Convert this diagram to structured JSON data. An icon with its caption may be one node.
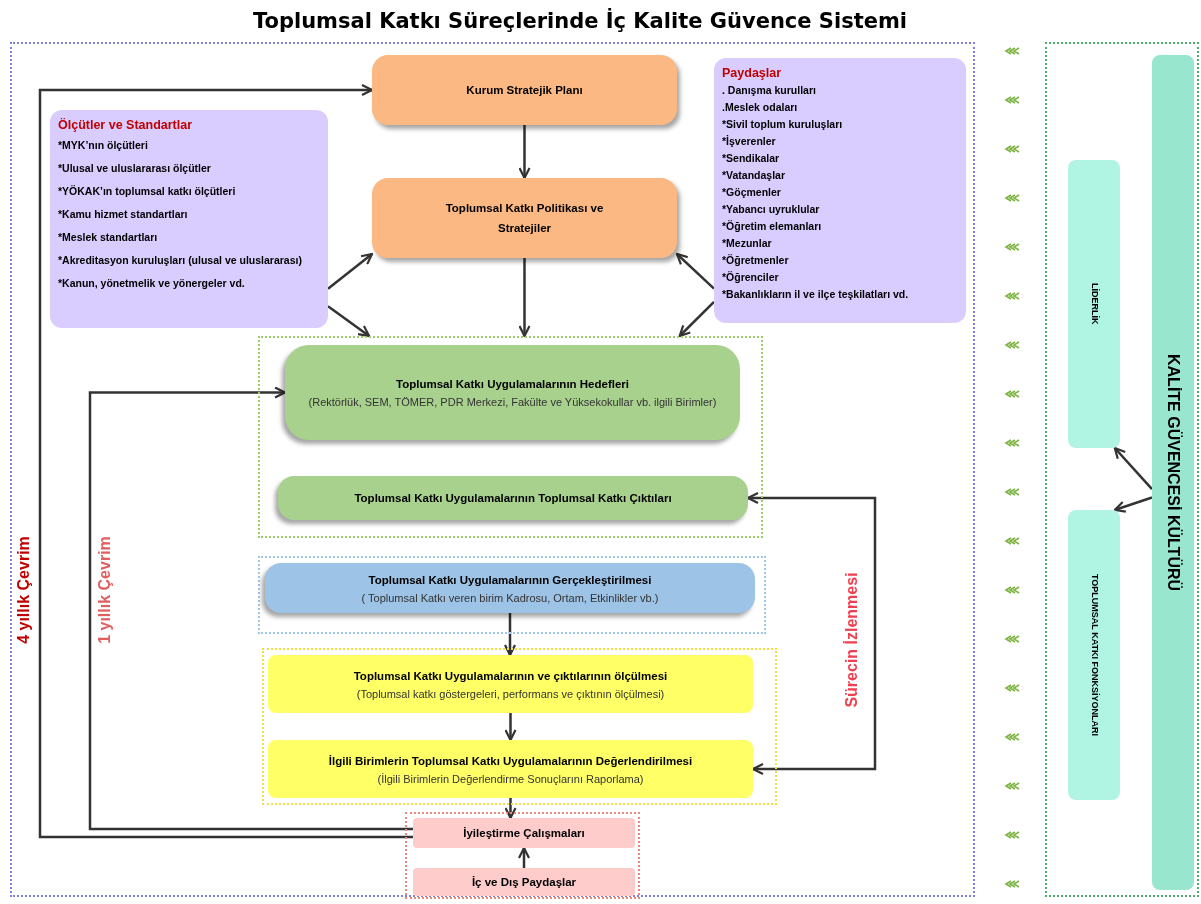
{
  "diagram": {
    "title": "Toplumsal Katkı Süreçlerinde İç Kalite Güvence Sistemi",
    "nodes": [
      {
        "text": [],
        "shape": "box"
      },
      {
        "text": [
          "Kurum Stratejik Planı"
        ],
        "in": 0
      },
      {
        "text": [
          "Ölçütler ve Standartlar",
          "*MYK’nın ölçütleri",
          "*Ulusal ve uluslararası ölçütler",
          "*YÖKAK’ın toplumsal katkı ölçütleri",
          "*Kamu hizmet standartları",
          "*Meslek standartları",
          "*Akreditasyon kuruluşları (ulusal ve uluslararası)",
          "*Kanun, yönetmelik ve yönergeler vd."
        ],
        "in": 0
      },
      {
        "text": [
          "Toplumsal Katkı Politikası ve Stratejiler"
        ],
        "in": 0
      },
      {
        "text": [
          "Paydaşlar",
          ". Danışma kurulları",
          ".Meslek odaları",
          "*Sivil toplum kuruluşları",
          "*İşverenler",
          "*Sendikalar",
          "*Vatandaşlar",
          "*Göçmenler",
          "*Yabancı uyruklular",
          "*Öğretim elemanları",
          "*Mezunlar",
          "*Öğretmenler",
          "*Öğrenciler",
          "*Bakanlıkların il ve ilçe teşkilatları vd."
        ],
        "in": 0
      },
      {
        "text": [],
        "shape": "box",
        "in": 0
      },
      {
        "text": [
          "Toplumsal Katkı Uygulamalarının Hedefleri",
          "(Rektörlük, SEM, TÖMER, PDR Merkezi, Fakülte ve Yüksekokullar vb. ilgili Birimler)"
        ],
        "in": 5
      },
      {
        "text": [
          "Toplumsal Katkı Uygulamalarının Toplumsal Katkı Çıktıları"
        ],
        "in": 5
      },
      {
        "text": [],
        "shape": "box",
        "in": 0
      },
      {
        "text": [
          "Toplumsal Katkı Uygulamalarının Gerçekleştirilmesi",
          "( Toplumsal Katkı veren birim Kadrosu, Ortam, Etkinlikler vb.)"
        ],
        "in": 8
      },
      {
        "text": [],
        "shape": "box",
        "in": 0
      },
      {
        "text": [
          "Toplumsal Katkı Uygulamalarının ve çıktılarının ölçülmesi",
          "(Toplumsal katkı göstergeleri, performans ve çıktının ölçülmesi)"
        ],
        "in": 10
      },
      {
        "text": [
          "İlgili Birimlerin Toplumsal Katkı Uygulamalarının Değerlendirilmesi",
          "(İlgili Birimlerin Değerlendirme Sonuçlarını Raporlama)"
        ],
        "in": 10
      },
      {
        "text": [],
        "shape": "box",
        "in": 0
      },
      {
        "text": [
          "İyileştirme Çalışmaları"
        ],
        "in": 13
      },
      {
        "text": [
          "İç ve Dış Paydaşlar"
        ],
        "in": 13
      },
      {
        "text": [],
        "shape": "box"
      },
      {
        "text": [
          "KALİTE GÜVENCESİ KÜLTÜRÜ"
        ],
        "in": 16
      },
      {
        "text": [
          "LİDERLİK"
        ],
        "in": 16
      },
      {
        "text": [
          "TOPLUMSAL KATKI FONKSİYONLARI"
        ],
        "in": 16
      }
    ],
    "edges": [
      {
        "from": 14,
        "to": 1,
        "arrow": "to",
        "label": "4 yıllık Çevrim"
      },
      {
        "from": 14,
        "to": 6,
        "arrow": "to",
        "label": "1 yıllık Çevrim"
      },
      {
        "from": 7,
        "to": 12,
        "arrow": "both",
        "label": "Sürecin İzlenmesi"
      },
      {
        "from": 1,
        "to": 3,
        "arrow": "to"
      },
      {
        "from": 3,
        "to": 5,
        "arrow": "to"
      },
      {
        "from": 2,
        "to": 3,
        "arrow": "to"
      },
      {
        "from": 2,
        "to": 5,
        "arrow": "to"
      },
      {
        "from": 4,
        "to": 3,
        "arrow": "to"
      },
      {
        "from": 4,
        "to": 5,
        "arrow": "to"
      },
      {
        "from": 9,
        "to": 11,
        "arrow": "to"
      },
      {
        "from": 11,
        "to": 12,
        "arrow": "to"
      },
      {
        "from": 12,
        "to": 14,
        "arrow": "to"
      },
      {
        "from": 15,
        "to": 14,
        "arrow": "to"
      },
      {
        "from": 17,
        "to": 18,
        "arrow": "to"
      },
      {
        "from": 17,
        "to": 19,
        "arrow": "to"
      }
    ]
  }
}
